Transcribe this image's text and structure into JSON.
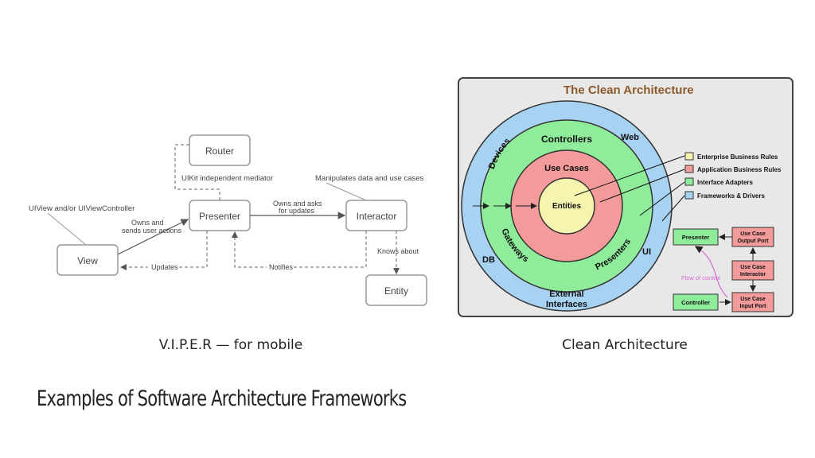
{
  "slide": {
    "title": "Examples of Software Architecture Frameworks",
    "captions": {
      "viper": "V.I.P.E.R — for mobile",
      "clean": "Clean Architecture"
    }
  },
  "viper": {
    "boxes": {
      "router": "Router",
      "presenter": "Presenter",
      "interactor": "Interactor",
      "view": "View",
      "entity": "Entity"
    },
    "labels": {
      "uikit_mediator": "UIKit independent mediator",
      "manipulates": "Manipulates data and use cases",
      "uiview": "UIView and/or UIViewController",
      "owns_line1": "Owns and",
      "owns_line2": "sends user actions",
      "owns_asks_line1": "Owns and asks",
      "owns_asks_line2": "for updates",
      "knows_about": "Knows about",
      "updates": "Updates",
      "notifies": "Notifies"
    }
  },
  "clean": {
    "title": "The Clean Architecture",
    "rings": {
      "devices": "Devices",
      "web": "Web",
      "db": "DB",
      "ui": "UI",
      "external_line1": "External",
      "external_line2": "Interfaces",
      "controllers": "Controllers",
      "gateways": "Gateways",
      "presenters": "Presenters",
      "use_cases": "Use Cases",
      "entities": "Entities"
    },
    "legend": [
      {
        "label": "Enterprise Business Rules",
        "color": "#f5f5b0"
      },
      {
        "label": "Application Business Rules",
        "color": "#f39a9a"
      },
      {
        "label": "Interface Adapters",
        "color": "#8fec9b"
      },
      {
        "label": "Frameworks & Drivers",
        "color": "#a8d2f2"
      }
    ],
    "flow": {
      "presenter": "Presenter",
      "output_port_line1": "Use Case",
      "output_port_line2": "Output Port",
      "interactor_line1": "Use Case",
      "interactor_line2": "Interactor",
      "controller": "Controller",
      "input_port_line1": "Use Case",
      "input_port_line2": "Input Port",
      "flow_of_control": "Flow of control"
    },
    "colors": {
      "frameworks": "#a8d2f2",
      "adapters": "#8fec9b",
      "application": "#f39a9a",
      "enterprise": "#f5f5b0",
      "panel_bg": "#e8e8e8",
      "title": "#8a5a2b",
      "flow_of_control": "#d66ad6"
    }
  }
}
